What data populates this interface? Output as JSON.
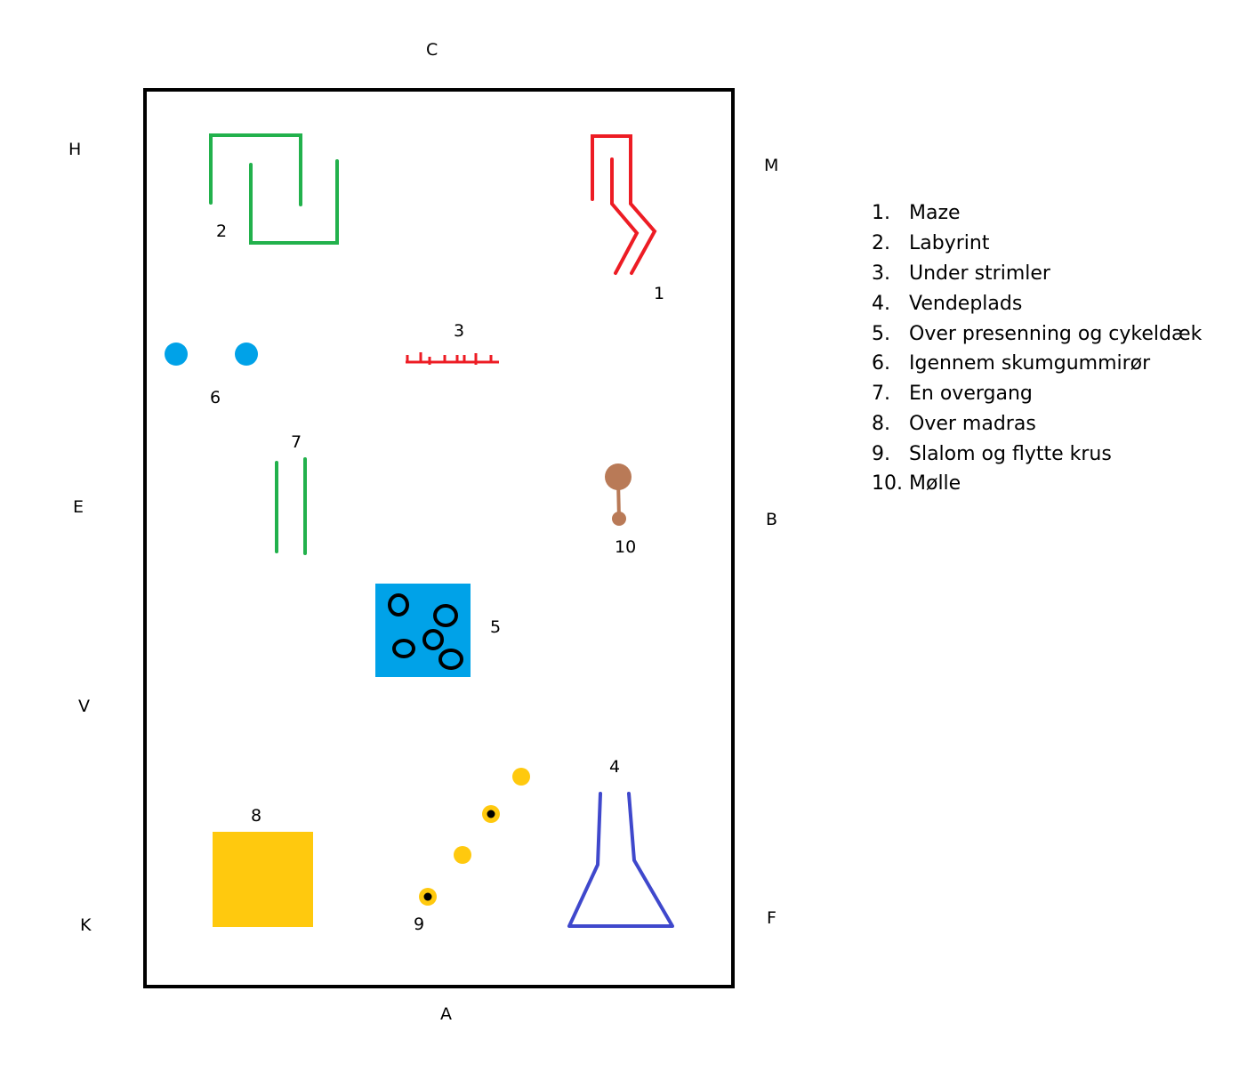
{
  "side_labels": {
    "top": "C",
    "bottom": "A",
    "left_1": "H",
    "left_2": "E",
    "left_3": "V",
    "left_4": "K",
    "right_1": "M",
    "right_2": "B",
    "right_3": "F"
  },
  "station_numbers": [
    "1",
    "2",
    "3",
    "4",
    "5",
    "6",
    "7",
    "8",
    "9",
    "10"
  ],
  "legend": [
    {
      "num": "1.",
      "label": "Maze"
    },
    {
      "num": "2.",
      "label": "Labyrint"
    },
    {
      "num": "3.",
      "label": "Under strimler"
    },
    {
      "num": "4.",
      "label": "Vendeplads"
    },
    {
      "num": "5.",
      "label": "Over presenning og cykeldæk"
    },
    {
      "num": "6.",
      "label": "Igennem skumgummirør"
    },
    {
      "num": "7.",
      "label": "En overgang"
    },
    {
      "num": "8.",
      "label": "Over madras"
    },
    {
      "num": "9.",
      "label": "Slalom og flytte krus"
    },
    {
      "num": "10.",
      "label": "Mølle"
    }
  ],
  "colors": {
    "maze": "#ed1c24",
    "labyrint": "#22b14c",
    "strimler": "#ed1c24",
    "vendeplads": "#3f48cc",
    "presenning": "#00a2e8",
    "skumgummi": "#00a2e8",
    "overgang": "#22b14c",
    "madras": "#ffc90e",
    "slalom": "#ffc90e",
    "molle": "#b97a57"
  }
}
